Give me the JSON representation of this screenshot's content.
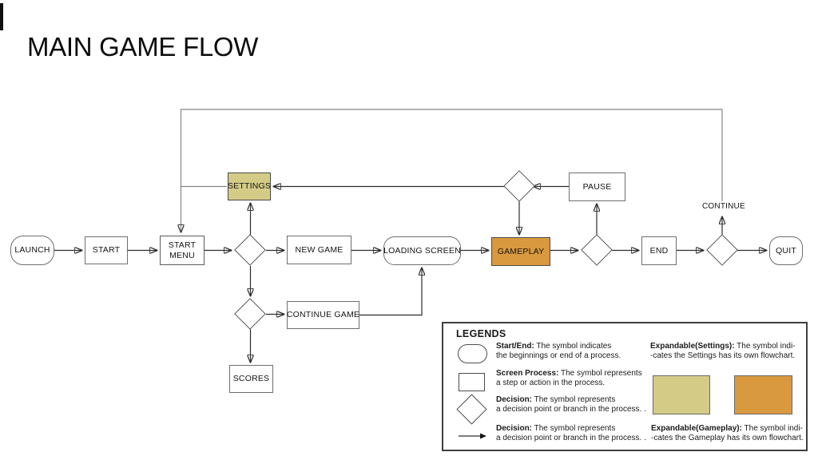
{
  "title": "MAIN GAME FLOW",
  "colors": {
    "settings_fill": "#d4cb87",
    "gameplay_fill": "#d9993f",
    "connector": "#2d2d2d",
    "loop_connector": "#858585",
    "node_border": "#6e6e6e"
  },
  "nodes": {
    "launch": {
      "label": "LAUNCH",
      "type": "start-end"
    },
    "start": {
      "label": "START",
      "type": "process"
    },
    "start_menu": {
      "label": "START MENU",
      "type": "process"
    },
    "new_game": {
      "label": "NEW GAME",
      "type": "process"
    },
    "loading_screen": {
      "label": "LOADING SCREEN",
      "type": "start-end"
    },
    "gameplay": {
      "label": "GAMEPLAY",
      "type": "expandable"
    },
    "end": {
      "label": "END",
      "type": "process"
    },
    "quit": {
      "label": "QUIT",
      "type": "start-end"
    },
    "settings": {
      "label": "SETTINGS",
      "type": "expandable"
    },
    "pause": {
      "label": "PAUSE",
      "type": "process"
    },
    "continue_game": {
      "label": "CONTINUE GAME",
      "type": "process"
    },
    "scores": {
      "label": "SCORES",
      "type": "process"
    }
  },
  "labels": {
    "continue": "CONTINUE"
  },
  "legend": {
    "heading": "LEGENDS",
    "rows": [
      {
        "symbol": "start-end-shape",
        "term": "Start/End:",
        "line1": " The symbol indicates",
        "line2": "the beginnings or end of a process."
      },
      {
        "symbol": "process-shape",
        "term": "Screen Process:",
        "line1": " The symbol represents",
        "line2": "a step or action in the process."
      },
      {
        "symbol": "decision-shape",
        "term": "Decision:",
        "line1": " The symbol represents",
        "line2": "a decision point or branch in the process. ."
      },
      {
        "symbol": "arrow-shape",
        "term": "Decision:",
        "line1": " The symbol represents",
        "line2": "a decision point or branch in the process. ."
      }
    ],
    "expandable_settings": {
      "term": "Expandable(Settings):",
      "line1": " The symbol indi-",
      "line2": "-cates the Settings has its own flowchart."
    },
    "expandable_gameplay": {
      "term": "Expandable(Gameplay):",
      "line1": " The symbol indi-",
      "line2": "-cates the Gameplay has its own flowchart."
    }
  }
}
